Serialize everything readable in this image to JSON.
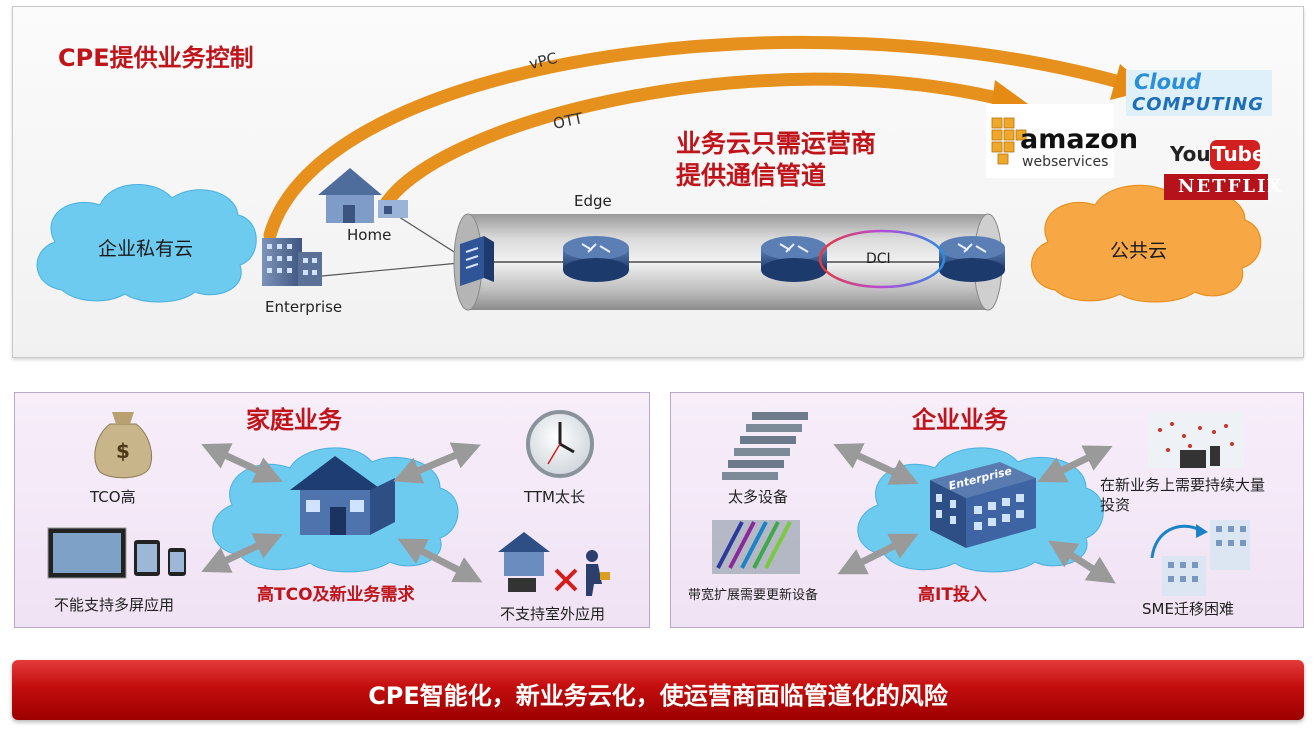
{
  "top": {
    "title": "CPE提供业务控制",
    "slogan_line1": "业务云只需运营商",
    "slogan_line2": "提供通信管道",
    "arc_vpc": "vPC",
    "arc_ott": "OTT",
    "edge": "Edge",
    "dci": "DCI",
    "home": "Home",
    "enterprise": "Enterprise",
    "private_cloud": "企业私有云",
    "public_cloud": "公共云",
    "logo_cloud_1": "Cloud",
    "logo_cloud_2": "COMPUTING",
    "logo_amazon_1": "amazon",
    "logo_amazon_2": "webservices",
    "logo_youtube_1": "You",
    "logo_youtube_2": "Tube",
    "logo_netflix": "NETFLIX"
  },
  "home_panel": {
    "title": "家庭业务",
    "center": "高TCO及新业务需求",
    "tco": "TCO高",
    "ttm": "TTM太长",
    "multiscreen": "不能支持多屏应用",
    "outdoor": "不支持室外应用"
  },
  "ent_panel": {
    "title": "企业业务",
    "center": "高IT投入",
    "too_many": "太多设备",
    "bandwidth": "带宽扩展需要更新设备",
    "invest_1": "在新业务上需要持续大量",
    "invest_2": "投资",
    "sme": "SME迁移困难",
    "building_label": "Enterprise"
  },
  "banner": "CPE智能化，新业务云化，使运营商面临管道化的风险",
  "colors": {
    "accent_red": "#c0141b",
    "arc_orange": "#e58a12",
    "cloud_blue": "#6ecbf0",
    "cloud_orange": "#f7a845"
  }
}
